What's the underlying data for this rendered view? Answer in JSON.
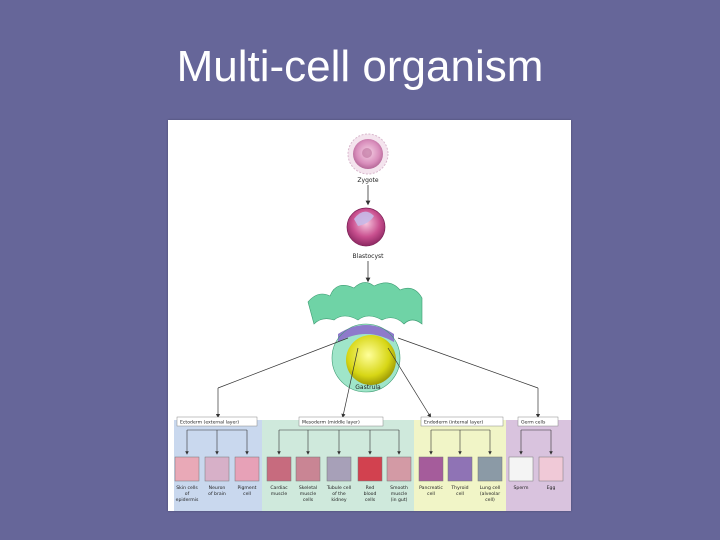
{
  "slide": {
    "title": "Multi-cell organism"
  },
  "diagram": {
    "stages": {
      "zygote": "Zygote",
      "blastocyst": "Blastocyst",
      "gastrula": "Gastrula"
    },
    "germ_layers": [
      {
        "label": "Ectoderm (external layer)",
        "color": "#c9d8ee"
      },
      {
        "label": "Mesoderm (middle layer)",
        "color": "#cfe9dc"
      },
      {
        "label": "Endoderm (internal layer)",
        "color": "#f1f5c7"
      },
      {
        "label": "Germ cells",
        "color": "#d9c3de"
      }
    ],
    "cells": [
      {
        "label": [
          "Skin cells",
          "of",
          "epidermis"
        ]
      },
      {
        "label": [
          "Neuron",
          "of brain"
        ]
      },
      {
        "label": [
          "Pigment",
          "cell"
        ]
      },
      {
        "label": [
          "Cardiac",
          "muscle"
        ]
      },
      {
        "label": [
          "Skeletal",
          "muscle",
          "cells"
        ]
      },
      {
        "label": [
          "Tubule cell",
          "of the",
          "kidney"
        ]
      },
      {
        "label": [
          "Red",
          "blood",
          "cells"
        ]
      },
      {
        "label": [
          "Smooth",
          "muscle",
          "(in gut)"
        ]
      },
      {
        "label": [
          "Pancreatic",
          "cell"
        ]
      },
      {
        "label": [
          "Thyroid",
          "cell"
        ]
      },
      {
        "label": [
          "Lung cell",
          "(alveolar",
          "cell)"
        ]
      },
      {
        "label": [
          "Sperm"
        ]
      },
      {
        "label": [
          "Egg"
        ]
      }
    ]
  }
}
